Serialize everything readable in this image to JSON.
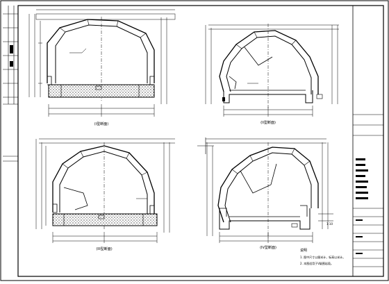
{
  "drawing": {
    "notes_title": "说明",
    "notes": [
      "1. 图中尺寸以厘米计，标高以米计。",
      "2. 本图适用于V级围岩段。"
    ],
    "side_note": "1:10",
    "views": [
      {
        "id": "view-1",
        "caption": "(I型断面)"
      },
      {
        "id": "view-2",
        "caption": "(II型断面)"
      },
      {
        "id": "view-3",
        "caption": "(III型断面)"
      },
      {
        "id": "view-4",
        "caption": "(IV型断面)"
      }
    ]
  },
  "colors": {
    "line": "#000000",
    "paper": "#ffffff"
  }
}
